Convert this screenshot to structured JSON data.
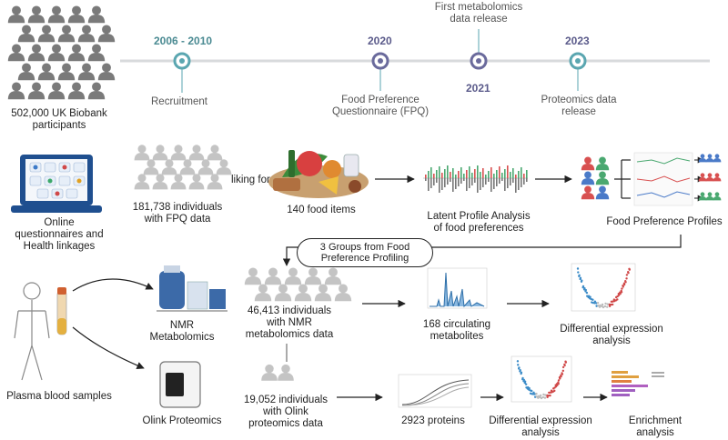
{
  "timeline": {
    "year_2006": "2006 - 2010",
    "year_2020": "2020",
    "year_2021": "2021",
    "year_2023": "2023",
    "recruitment": "Recruitment",
    "fpq_line1": "Food Preference",
    "fpq_line2": "Questionnaire (FPQ)",
    "metab_line1": "First metabolomics",
    "metab_line2": "data release",
    "prot_line1": "Proteomics data",
    "prot_line2": "release"
  },
  "biobank": {
    "line1": "502,000 UK Biobank",
    "line2": "participants"
  },
  "online": {
    "line1": "Online",
    "line2": "questionnaires and",
    "line3": "Health linkages"
  },
  "fpq_cohort": {
    "line1": "181,738 individuals",
    "line2": "with FPQ data",
    "liking": "liking for"
  },
  "food": {
    "label": "140 food items"
  },
  "lpa": {
    "line1": "Latent Profile Analysis",
    "line2": "of food preferences"
  },
  "profiles": {
    "label": "Food Preference Profiles"
  },
  "groups": {
    "line1": "3 Groups from Food",
    "line2": "Preference Profiling"
  },
  "plasma": {
    "label": "Plasma blood samples"
  },
  "nmr": {
    "line1": "NMR",
    "line2": "Metabolomics",
    "cohort1": "46,413 individuals",
    "cohort2": "with NMR",
    "cohort3": "metabolomics data",
    "metab1": "168 circulating",
    "metab2": "metabolites",
    "de1": "Differential expression",
    "de2": "analysis"
  },
  "olink": {
    "label": "Olink Proteomics",
    "cohort1": "19,052 individuals",
    "cohort2": "with Olink",
    "cohort3": "proteomics data",
    "proteins": "2923 proteins",
    "de1": "Differential expression",
    "de2": "analysis",
    "enr1": "Enrichment",
    "enr2": "analysis"
  },
  "colors": {
    "timeline": "#d8dadc",
    "node_teal": "#5aa6b0",
    "node_purple": "#6a6a9c",
    "person_dark": "#7a7a7a",
    "person_light": "#c4c4c4",
    "laptop": "#1f4f8f"
  }
}
